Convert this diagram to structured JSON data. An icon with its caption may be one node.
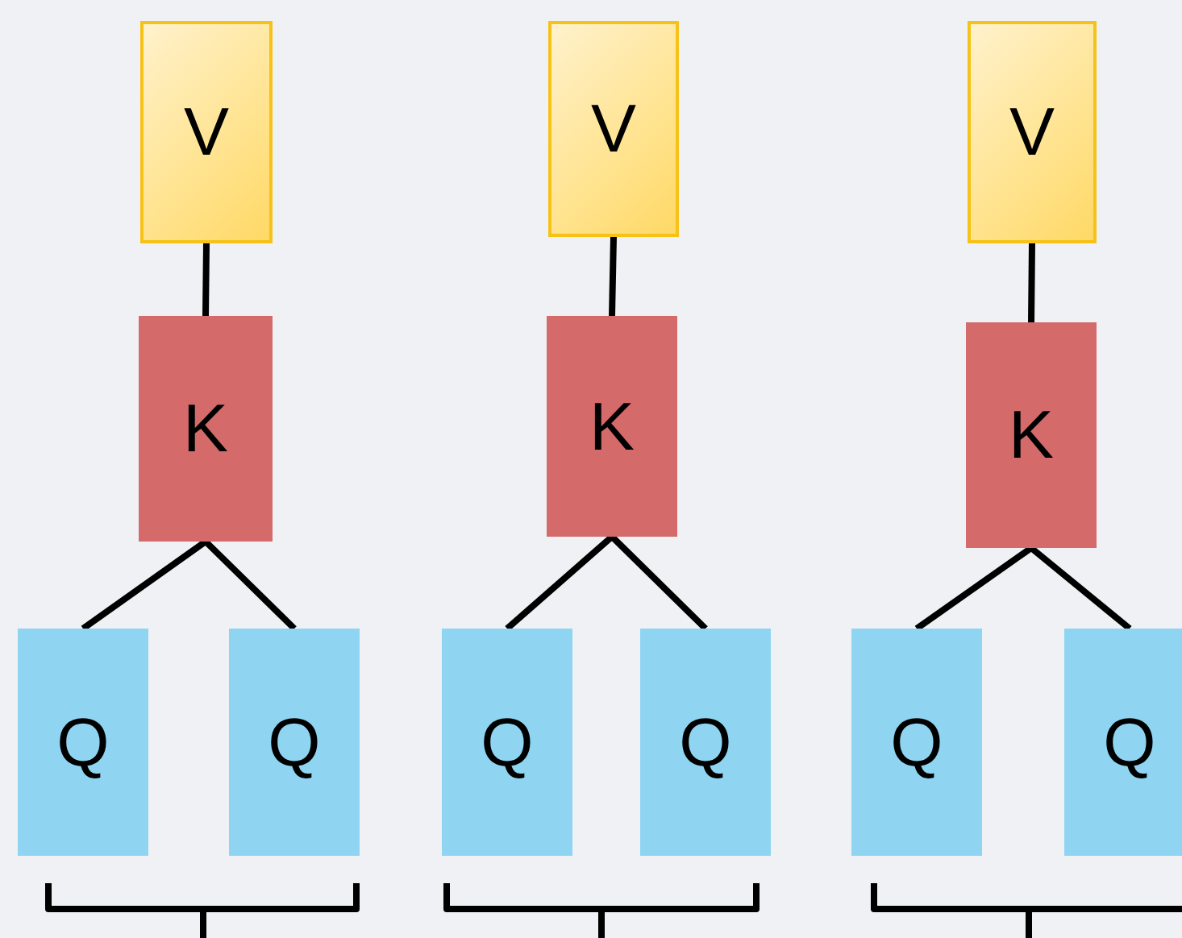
{
  "diagram": {
    "nodes": [
      {
        "text": [
          "V"
        ]
      },
      {
        "text": [
          "V"
        ]
      },
      {
        "text": [
          "V"
        ]
      },
      {
        "text": [
          "K"
        ]
      },
      {
        "text": [
          "K"
        ]
      },
      {
        "text": [
          "K"
        ]
      },
      {
        "text": [
          "Q"
        ]
      },
      {
        "text": [
          "Q"
        ]
      },
      {
        "text": [
          "Q"
        ]
      },
      {
        "text": [
          "Q"
        ]
      },
      {
        "text": [
          "Q"
        ]
      },
      {
        "text": [
          "Q"
        ]
      }
    ],
    "edges": [
      {
        "from": 0,
        "to": 3,
        "arrow": "none"
      },
      {
        "from": 1,
        "to": 4,
        "arrow": "none"
      },
      {
        "from": 2,
        "to": 5,
        "arrow": "none"
      },
      {
        "from": 3,
        "to": 6,
        "arrow": "none"
      },
      {
        "from": 3,
        "to": 7,
        "arrow": "none"
      },
      {
        "from": 4,
        "to": 8,
        "arrow": "none"
      },
      {
        "from": 4,
        "to": 9,
        "arrow": "none"
      },
      {
        "from": 5,
        "to": 10,
        "arrow": "none"
      },
      {
        "from": 5,
        "to": 11,
        "arrow": "none"
      }
    ]
  }
}
